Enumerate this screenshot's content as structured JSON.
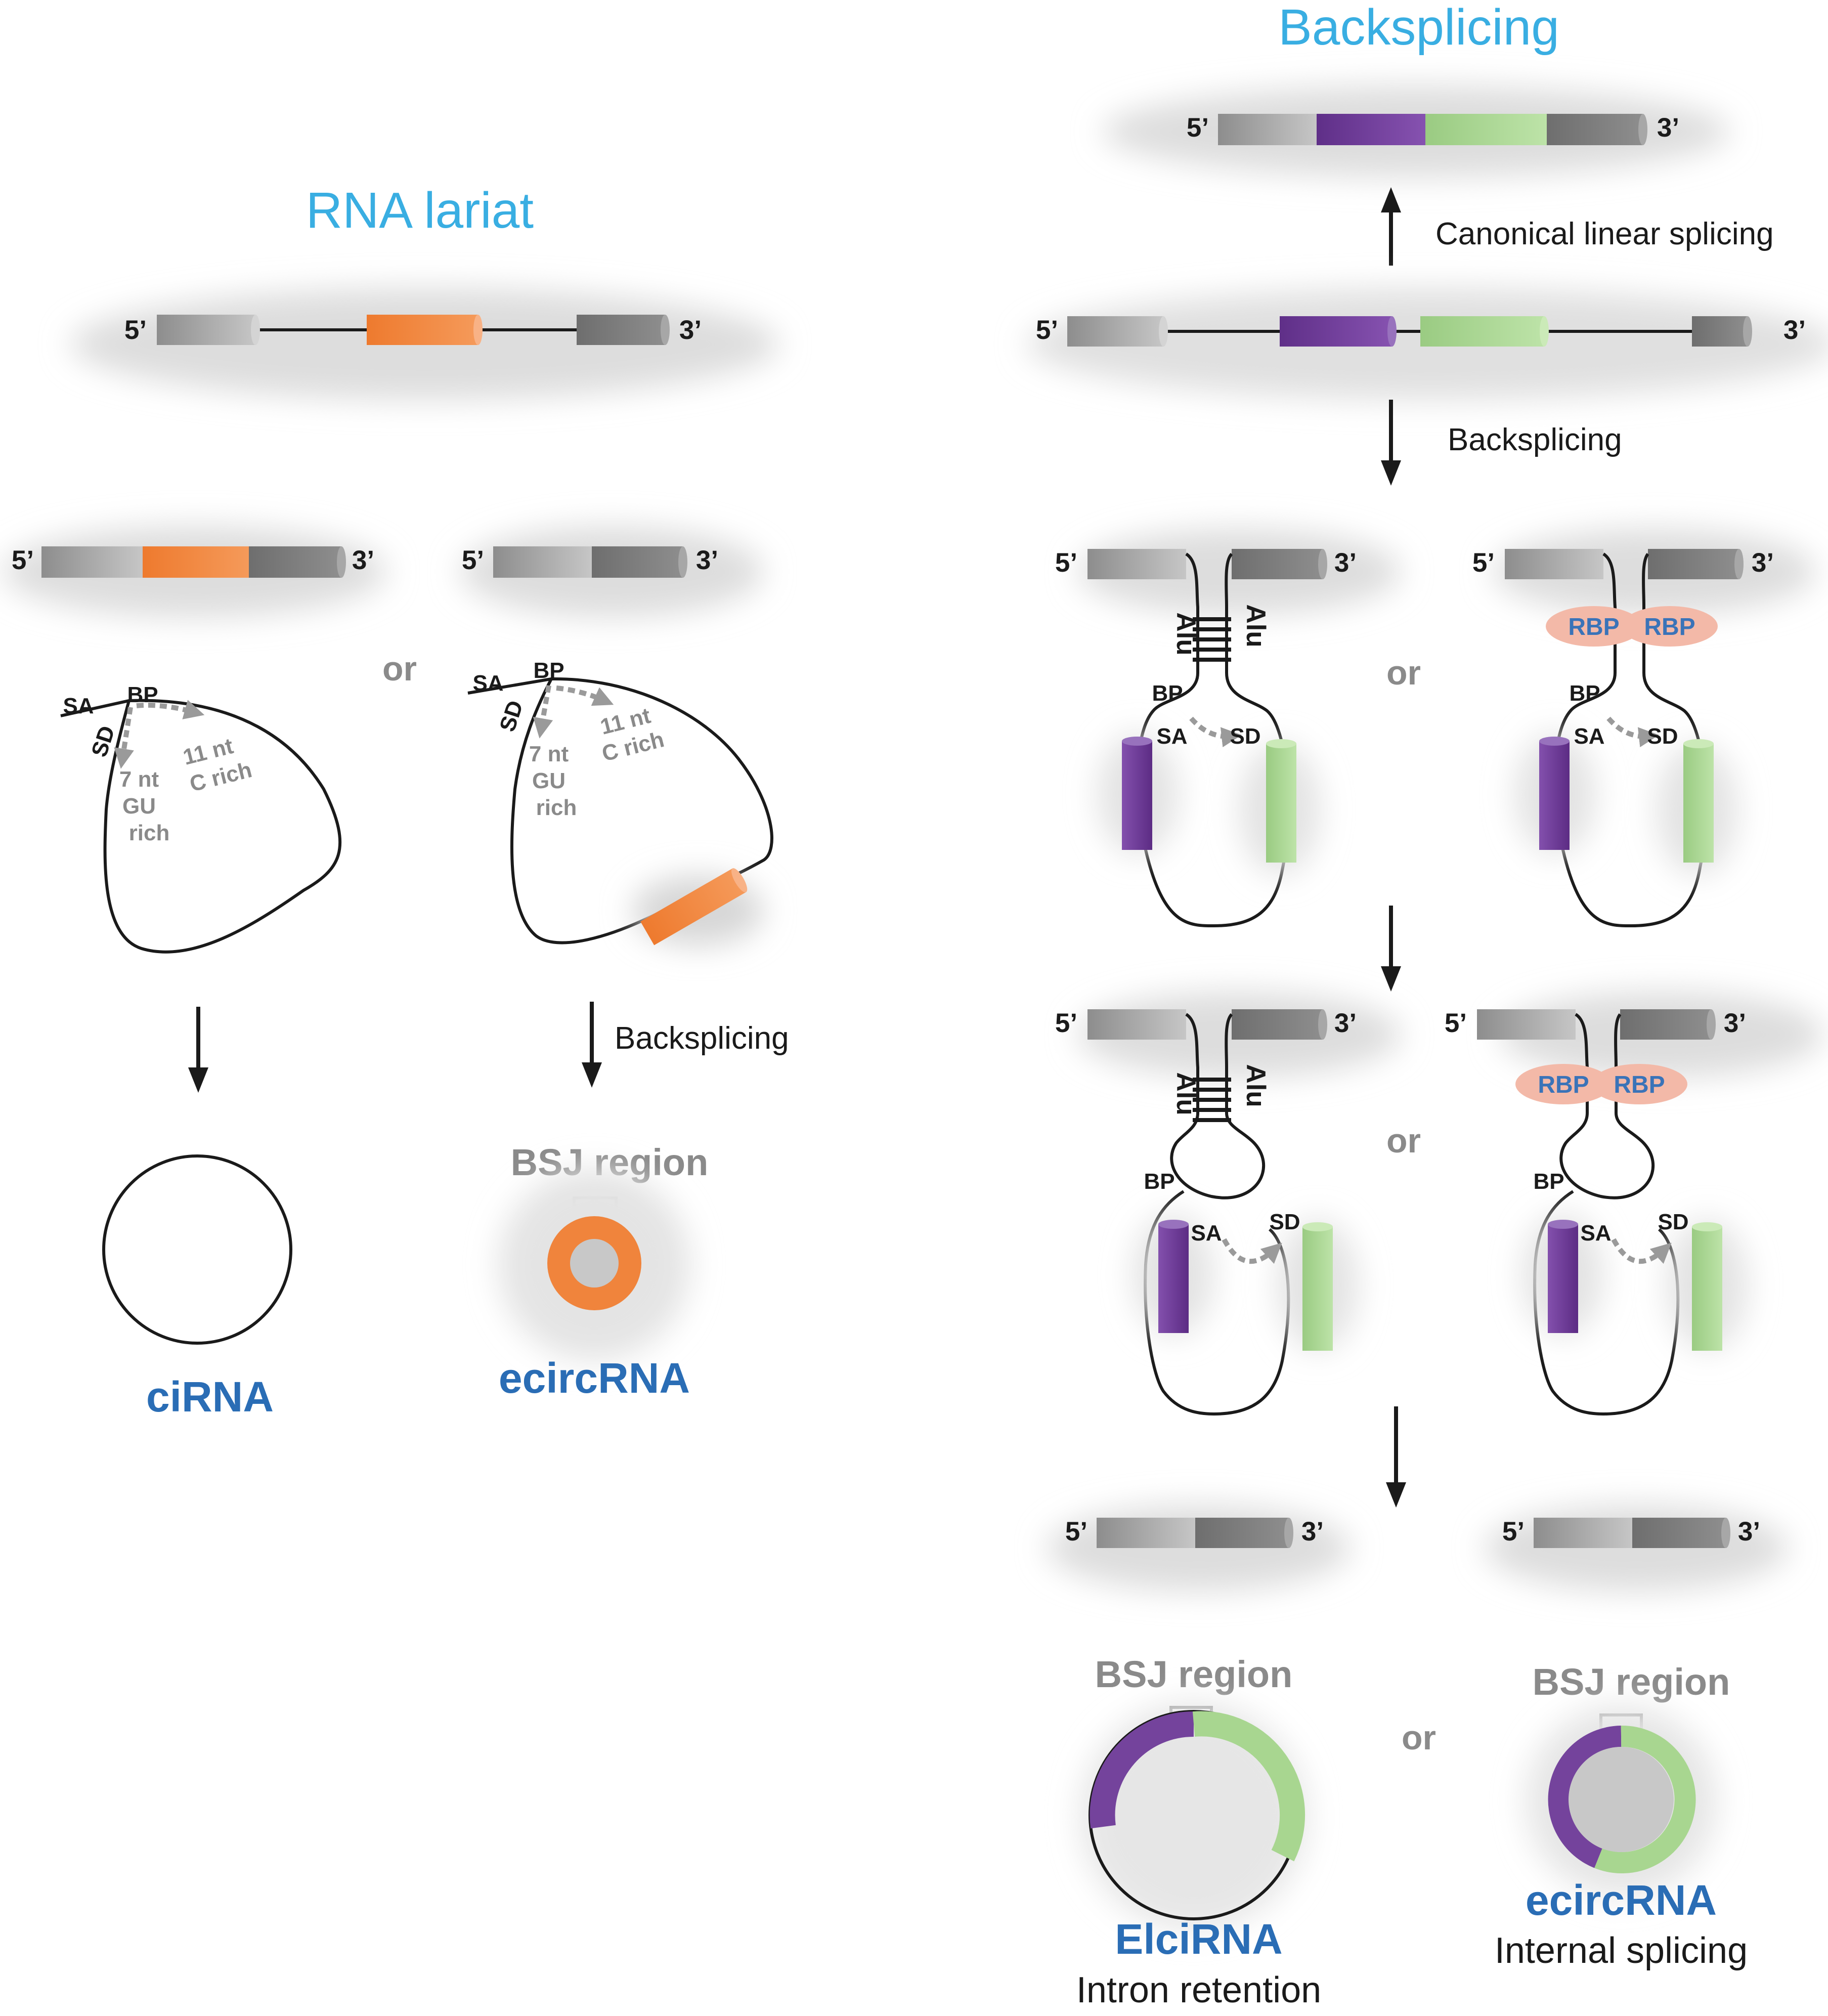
{
  "colors": {
    "title": "#39aee2",
    "orange": "#f0843c",
    "purple": "#74439c",
    "green": "#a8d690",
    "light_gray": "#b7b7b7",
    "dark_gray": "#7c7c7c",
    "rbp": "#f3b9a8",
    "label_blue": "#2a6db5",
    "muted": "#8a8a8a"
  },
  "left": {
    "title": "RNA lariat",
    "five_prime": "5’",
    "three_prime": "3’",
    "or": "or",
    "lariat": {
      "sa": "SA",
      "sd": "SD",
      "bp": "BP",
      "gu_lines": [
        "7 nt",
        "GU",
        "rich"
      ],
      "c_lines": [
        "11 nt",
        "C rich"
      ]
    },
    "backsplicing": "Backsplicing",
    "bsj_region": "BSJ region",
    "product_left": "ciRNA",
    "product_right": "ecircRNA"
  },
  "right": {
    "title": "Backsplicing",
    "five_prime": "5’",
    "three_prime": "3’",
    "canonical": "Canonical linear splicing",
    "backsplicing": "Backsplicing",
    "or": "or",
    "alu": "Alu",
    "rbp": "RBP",
    "bp": "BP",
    "sa": "SA",
    "sd": "SD",
    "bsj_region": "BSJ region",
    "product_left": "ElciRNA",
    "product_left_note": "Intron retention",
    "product_right": "ecircRNA",
    "product_right_note": "Internal splicing"
  }
}
